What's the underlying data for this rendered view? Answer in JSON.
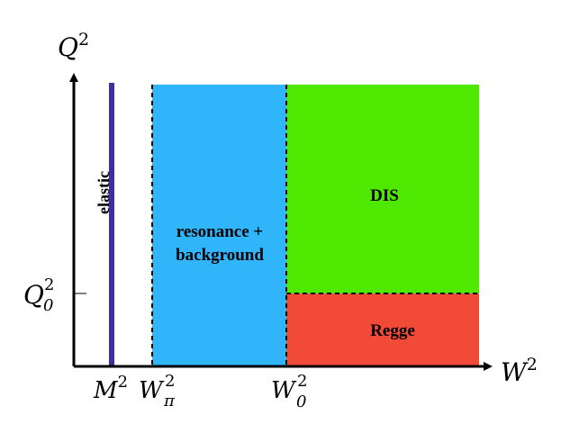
{
  "axes": {
    "y_label": {
      "base": "Q",
      "sup": "2"
    },
    "x_label": {
      "base": "W",
      "sup": "2"
    }
  },
  "ticks": {
    "M2": {
      "base": "M",
      "sup": "2"
    },
    "Wpi2": {
      "base": "W",
      "sub": "π",
      "sup": "2"
    },
    "W02": {
      "base": "W",
      "sub": "0",
      "sup": "2"
    },
    "Q02": {
      "base": "Q",
      "sub": "0",
      "sup": "2"
    }
  },
  "regions": {
    "elastic": {
      "label": "elastic",
      "color": "#3c2fa5"
    },
    "resonance": {
      "line1": "resonance +",
      "line2": "background",
      "color": "#30b4fa"
    },
    "dis": {
      "label": "DIS",
      "color": "#4ee800"
    },
    "regge": {
      "label": "Regge",
      "color": "#f24a38"
    }
  },
  "colors": {
    "axis": "#000000",
    "boundary": "#000000"
  }
}
